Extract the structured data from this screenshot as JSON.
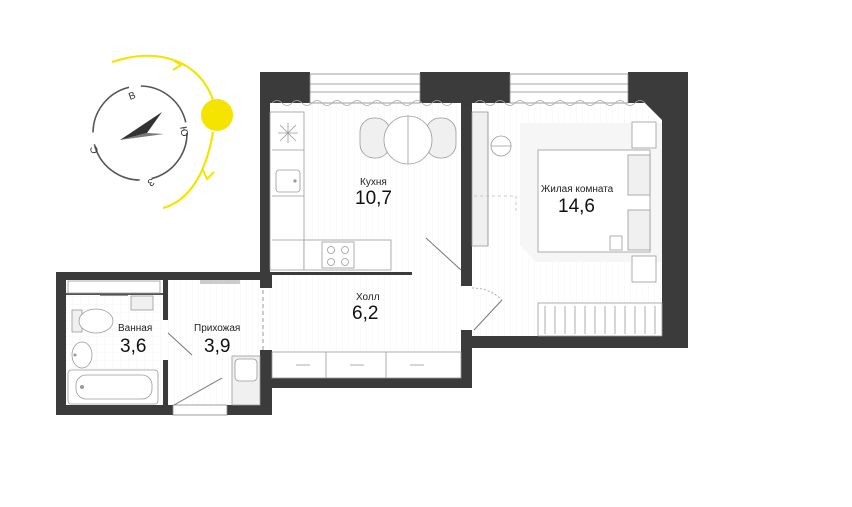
{
  "compass": {
    "letters": {
      "north": "С",
      "east": "В",
      "south": "Ю",
      "west": "З"
    },
    "sun_color": "#f5e400",
    "arc_color": "#f5e400"
  },
  "rooms": {
    "kitchen": {
      "label": "Кухня",
      "area": "10,7"
    },
    "living": {
      "label": "Жилая комната",
      "area": "14,6"
    },
    "hall": {
      "label": "Холл",
      "area": "6,2"
    },
    "bathroom": {
      "label": "Ванная",
      "area": "3,6"
    },
    "entrance": {
      "label": "Прихожая",
      "area": "3,9"
    }
  },
  "colors": {
    "wall": "#3b3b3b",
    "floor": "#ffffff",
    "furniture_stroke": "#9a9a9a"
  }
}
